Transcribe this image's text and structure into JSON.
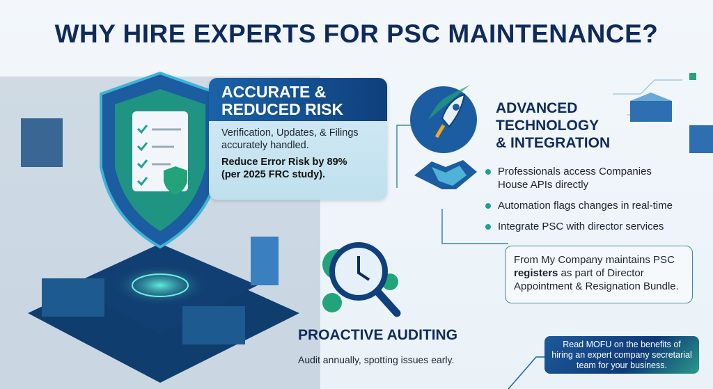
{
  "title": "WHY HIRE EXPERTS FOR PSC MAINTENANCE?",
  "accurate": {
    "heading_line1": "ACCURATE &",
    "heading_line2": "REDUCED RISK",
    "text_line1": "Verification, Updates, & Filings",
    "text_line2": "accurately handled.",
    "bold_line1": "Reduce Error Risk by 89%",
    "bold_line2": "(per 2025 FRC study)."
  },
  "advanced": {
    "heading_line1": "ADVANCED",
    "heading_line2": "TECHNOLOGY",
    "heading_line3": "& INTEGRATION",
    "bullets": [
      {
        "line1": "Professionals access Companies",
        "line2": "House APIs directly"
      },
      {
        "line1": "Automation flags changes in real-time"
      },
      {
        "line1": "Integrate PSC with director services"
      }
    ]
  },
  "note": {
    "line1": "From My Company maintains PSC",
    "bold": "registers",
    "line2_rest": " as part of Director",
    "line3": "Appointment & Resignation Bundle."
  },
  "auditing": {
    "heading": "PROACTIVE AUDITING",
    "text": "Audit annually, spotting issues early."
  },
  "cta": {
    "line1": "Read MOFU on the benefits of",
    "line2": "hiring an expert company secretarial",
    "line3": "team for your business."
  },
  "colors": {
    "navy": "#0f2b5b",
    "teal": "#1aa198",
    "blue": "#1a62a8"
  }
}
